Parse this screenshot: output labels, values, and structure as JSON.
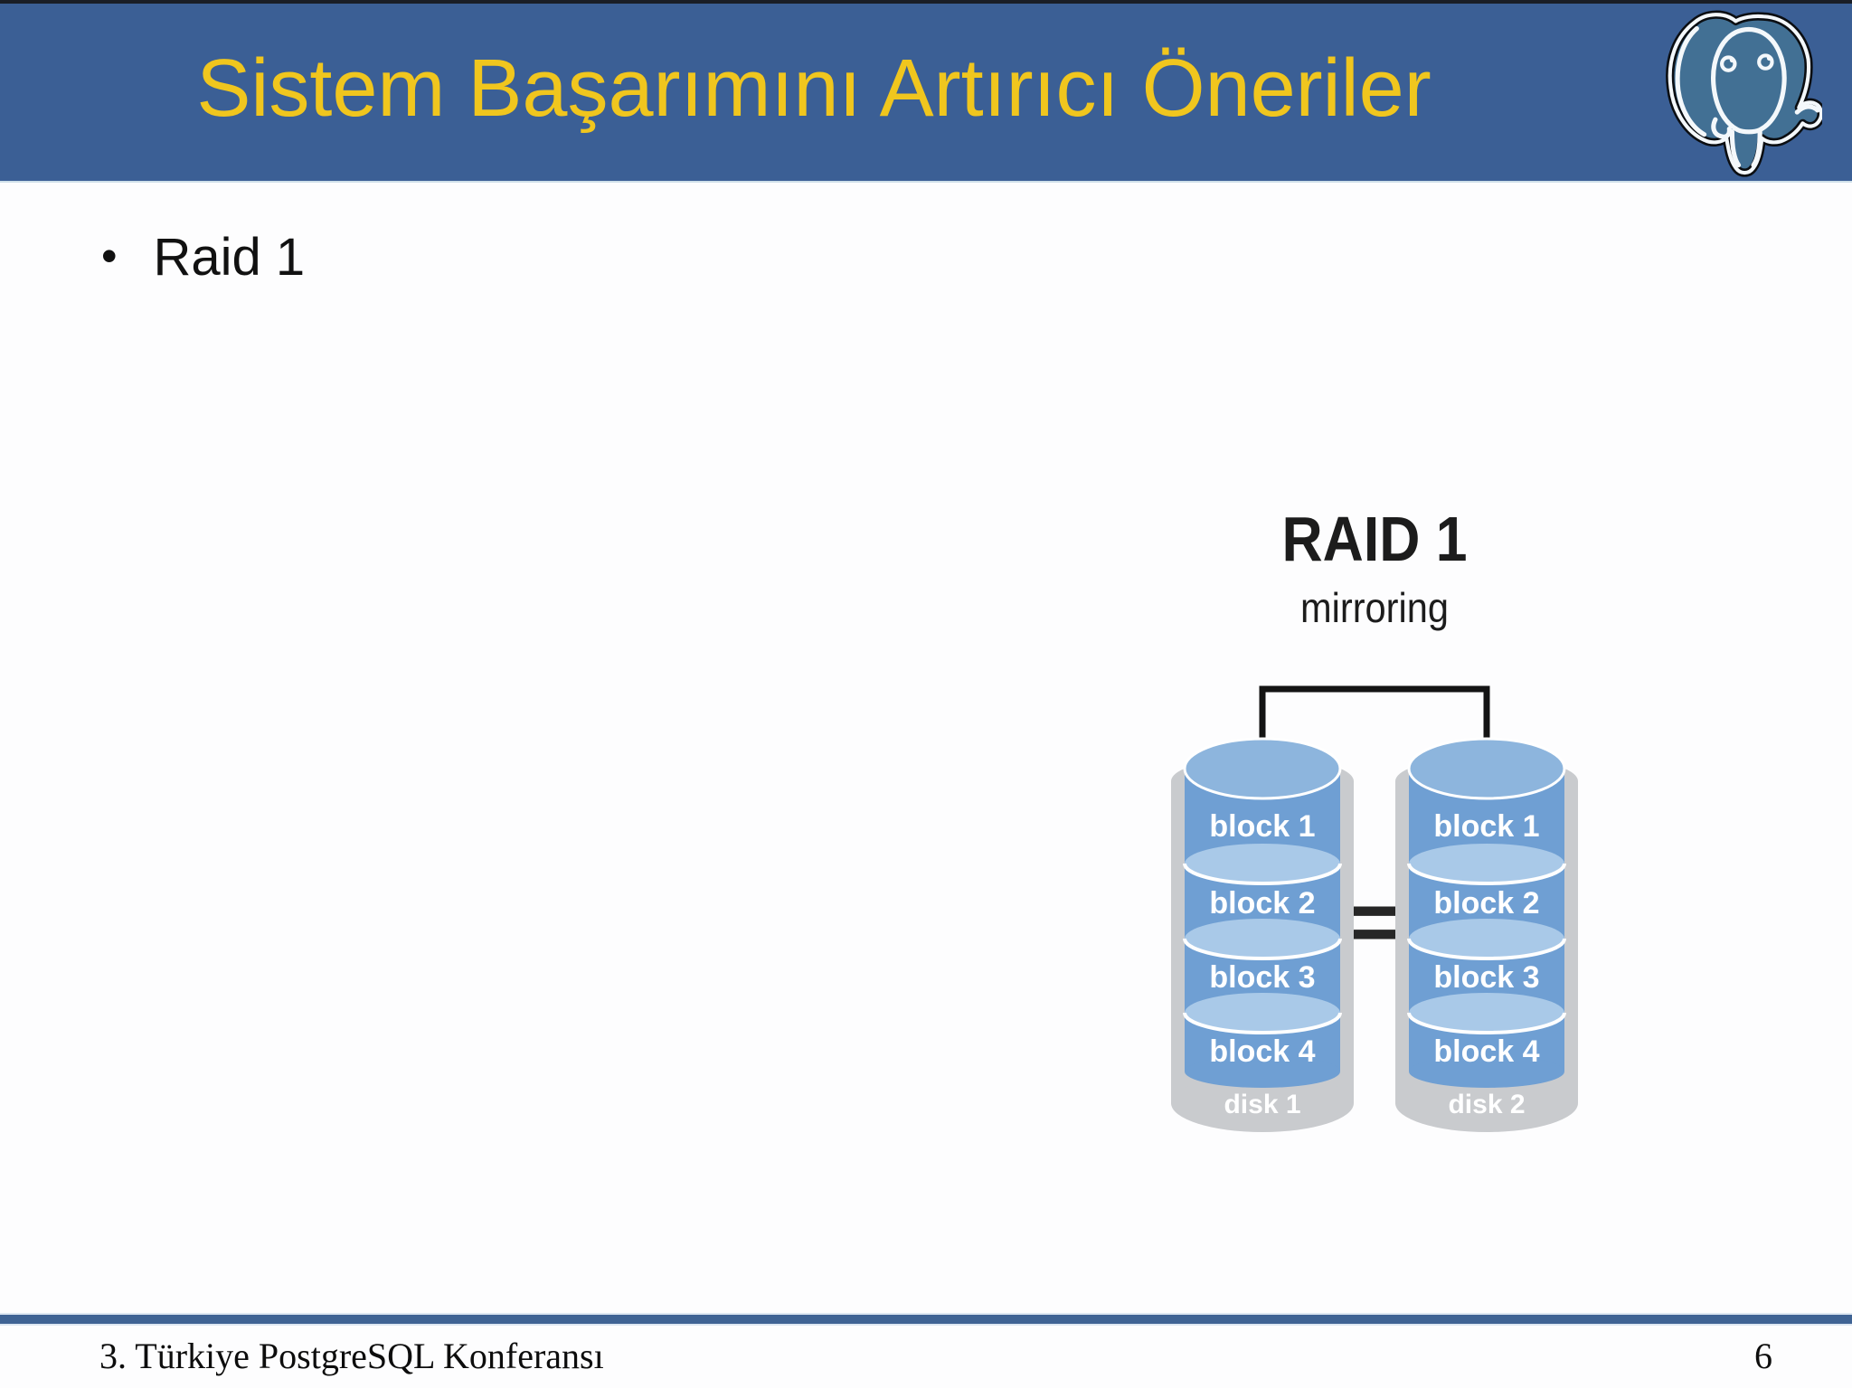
{
  "header": {
    "title": "Sistem Başarımını Artırıcı Öneriler",
    "logo_icon": "postgresql-elephant-logo"
  },
  "slide": {
    "bullet_glyph": "•",
    "bullets": [
      "Raid 1"
    ]
  },
  "diagram": {
    "title": "RAID 1",
    "subtitle": "mirroring",
    "equals_sign": "=",
    "disks": [
      {
        "label": "disk 1",
        "blocks": [
          "block 1",
          "block 2",
          "block 3",
          "block 4"
        ]
      },
      {
        "label": "disk 2",
        "blocks": [
          "block 1",
          "block 2",
          "block 3",
          "block 4"
        ]
      }
    ]
  },
  "footer": {
    "conference": "3. Türkiye PostgreSQL Konferansı",
    "page_number": "6"
  },
  "colors": {
    "header_bg": "#3b5f95",
    "title_text": "#f0c61e",
    "top_rule": "#1a1e26",
    "footer_rule": "#3f6394",
    "diagram_text": "#1c1c1c",
    "disk_band_blue": "#6f9fd3",
    "disk_separator_light": "#a9c9e8",
    "disk_top_ellipse": "#8db5dd",
    "disk_casing_gray": "#c9cbce",
    "block_label_text": "#ffffff",
    "logo_blue": "#427094"
  }
}
